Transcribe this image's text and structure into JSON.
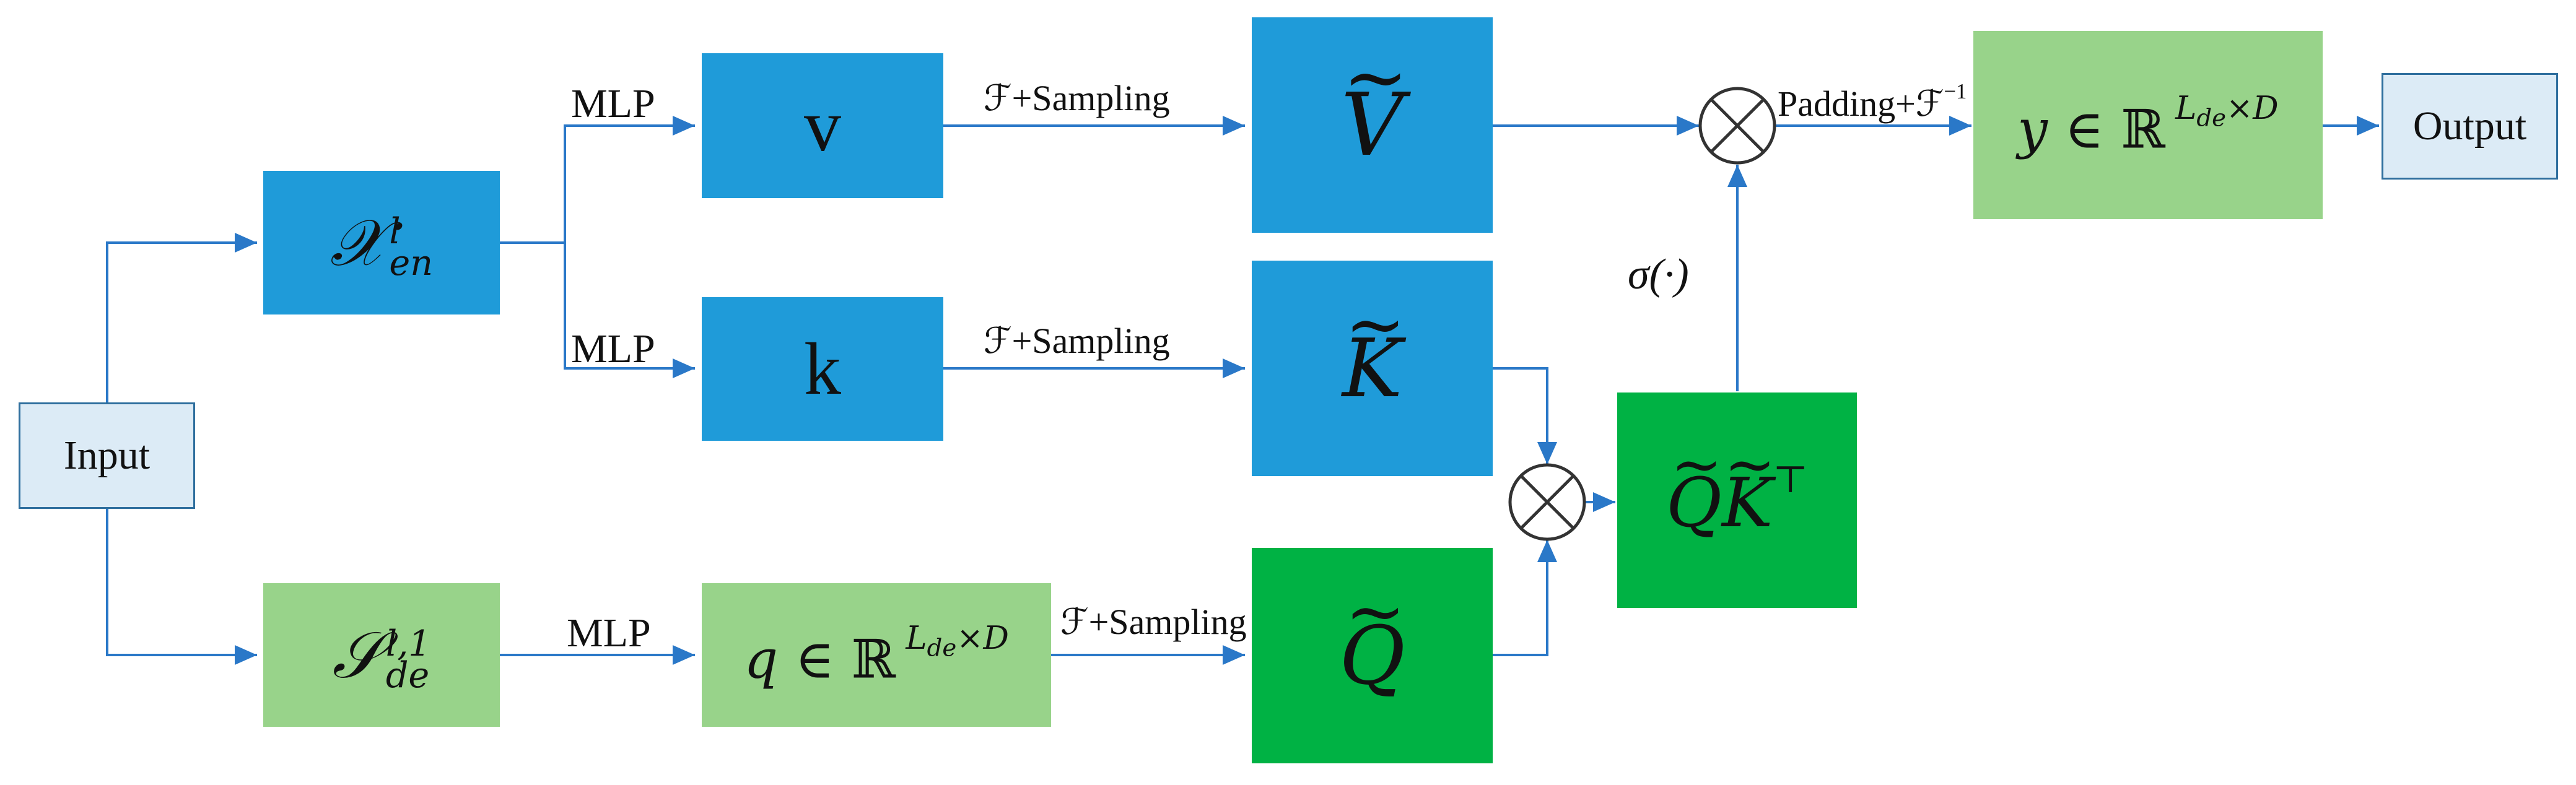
{
  "nodes": {
    "input": "Input",
    "output": "Output",
    "xen": {
      "base": "𝒳",
      "sup": "l",
      "sub": "en"
    },
    "sde": {
      "base": "𝒮",
      "sup": "l,1",
      "sub": "de"
    },
    "v": "v",
    "k": "k",
    "q": {
      "var": "q",
      "in": "∈",
      "set": "ℝ",
      "exp_sub": "L",
      "exp_sub2": "de",
      "exp_rest": "×D"
    },
    "vt": "V",
    "kt": "K",
    "qt": "Q",
    "qk": {
      "a": "Q",
      "b": "K",
      "t": "⊤"
    },
    "y": {
      "var": "y",
      "in": "∈",
      "set": "ℝ",
      "exp_sub": "L",
      "exp_sub2": "de",
      "exp_rest": "×D"
    }
  },
  "labels": {
    "mlp_top": "MLP",
    "mlp_mid": "MLP",
    "mlp_bottom": "MLP",
    "f_sampling_top": "ℱ+Sampling",
    "f_sampling_mid": "ℱ+Sampling",
    "f_sampling_bottom": "ℱ+Sampling",
    "sigma": "σ(·)",
    "padding": "Padding+ℱ",
    "padding_sup": "−1"
  },
  "operators": {
    "multiply": "⊗"
  },
  "colors": {
    "blue": "#1f9bd9",
    "light_green": "#98d38a",
    "dark_green": "#00b244",
    "pale_blue": "#dcebf6",
    "arrow": "#2a78c8"
  }
}
